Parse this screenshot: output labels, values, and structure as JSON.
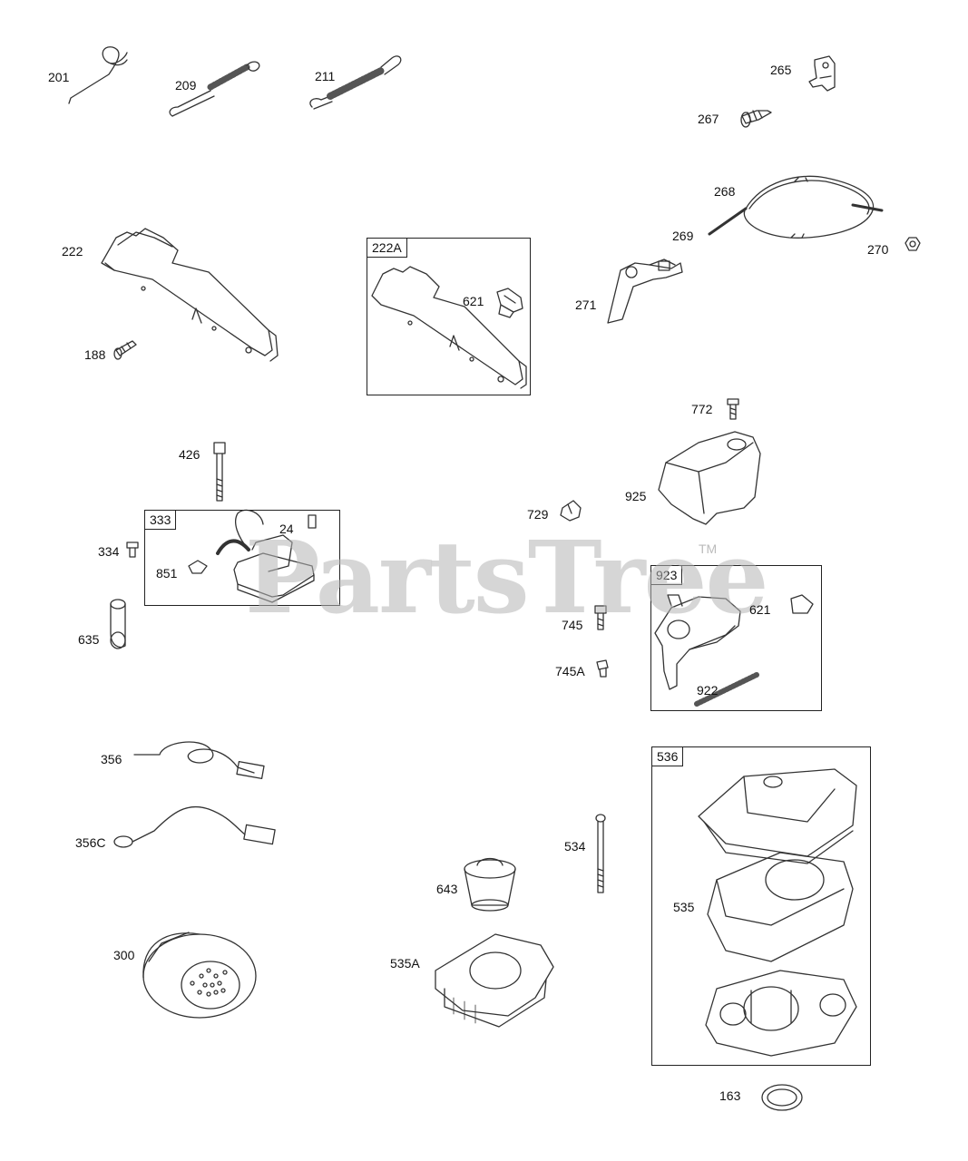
{
  "watermark": {
    "text": "PartsTree",
    "tm": "TM"
  },
  "groups": {
    "g222a": "222A",
    "g333": "333",
    "g923": "923",
    "g536": "536"
  },
  "labels": {
    "p201": "201",
    "p209": "209",
    "p211": "211",
    "p265": "265",
    "p267": "267",
    "p268": "268",
    "p269": "269",
    "p270": "270",
    "p271": "271",
    "p222": "222",
    "p188": "188",
    "p621a": "621",
    "p772": "772",
    "p925": "925",
    "p729": "729",
    "p426": "426",
    "p24": "24",
    "p334": "334",
    "p851": "851",
    "p635": "635",
    "p745": "745",
    "p745a": "745A",
    "p621b": "621",
    "p922": "922",
    "p356": "356",
    "p356c": "356C",
    "p300": "300",
    "p534": "534",
    "p643": "643",
    "p535a": "535A",
    "p535": "535",
    "p163": "163"
  }
}
